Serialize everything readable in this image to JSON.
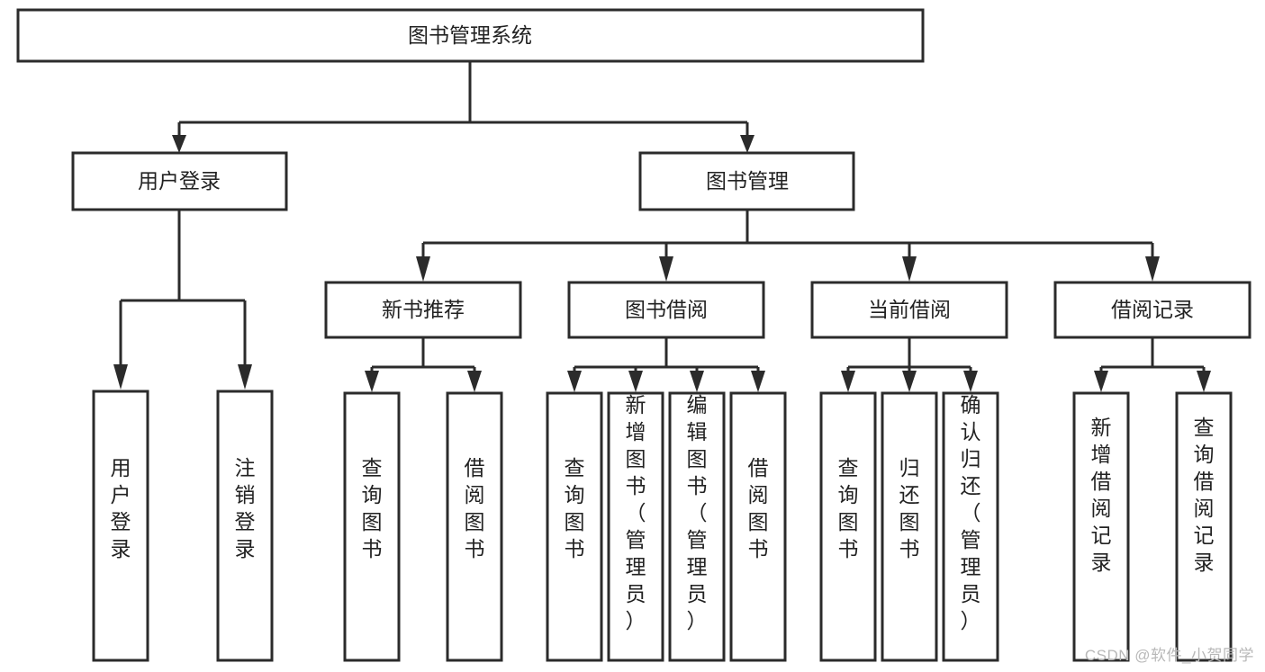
{
  "diagram": {
    "type": "tree-hierarchy",
    "title_node": "图书管理系统",
    "watermark": "CSDN @软件_小贺同学",
    "colors": {
      "box_stroke": "#2b2b2b",
      "box_fill": "#ffffff",
      "connector": "#2b2b2b",
      "text": "#222222",
      "watermark": "#b8b8b8",
      "background": "#ffffff"
    },
    "levels": {
      "root": {
        "label": "图书管理系统"
      },
      "level2": [
        {
          "label": "用户登录"
        },
        {
          "label": "图书管理"
        }
      ],
      "level3": [
        {
          "label": "新书推荐"
        },
        {
          "label": "图书借阅"
        },
        {
          "label": "当前借阅"
        },
        {
          "label": "借阅记录"
        }
      ],
      "leaves": {
        "user_login": [
          {
            "label": "用户登录"
          },
          {
            "label": "注销登录"
          }
        ],
        "new_book_recommend": [
          {
            "label": "查询图书"
          },
          {
            "label": "借阅图书"
          }
        ],
        "book_borrow": [
          {
            "label": "查询图书"
          },
          {
            "label": "新增图书（管理员）"
          },
          {
            "label": "编辑图书（管理员）"
          },
          {
            "label": "借阅图书"
          }
        ],
        "current_borrow": [
          {
            "label": "查询图书"
          },
          {
            "label": "归还图书"
          },
          {
            "label": "确认归还（管理员）"
          }
        ],
        "borrow_record": [
          {
            "label": "新增借阅记录"
          },
          {
            "label": "查询借阅记录"
          }
        ]
      }
    }
  }
}
